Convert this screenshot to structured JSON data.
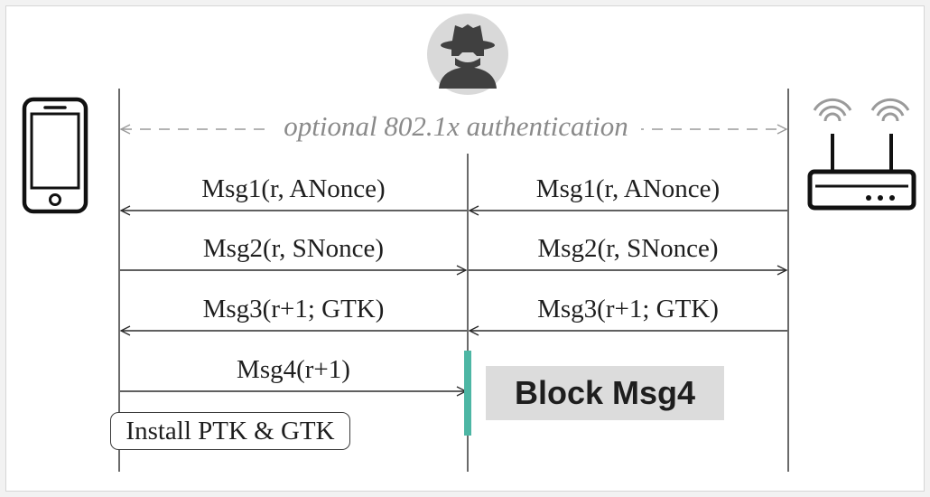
{
  "diagram": {
    "optional_auth": "optional 802.1x authentication",
    "left_messages": [
      "Msg1(r, ANonce)",
      "Msg2(r, SNonce)",
      "Msg3(r+1; GTK)",
      "Msg4(r+1)"
    ],
    "right_messages": [
      "Msg1(r, ANonce)",
      "Msg2(r, SNonce)",
      "Msg3(r+1; GTK)"
    ],
    "block_label": "Block Msg4",
    "install_label": "Install PTK & GTK"
  },
  "icons": {
    "client": "phone-icon",
    "attacker": "attacker-icon",
    "ap": "router-icon"
  },
  "colors": {
    "block_bar": "#4db6a4",
    "line": "#2b2b2b",
    "dashed": "#9a9a9a",
    "block_bg": "#dcdcdc"
  }
}
